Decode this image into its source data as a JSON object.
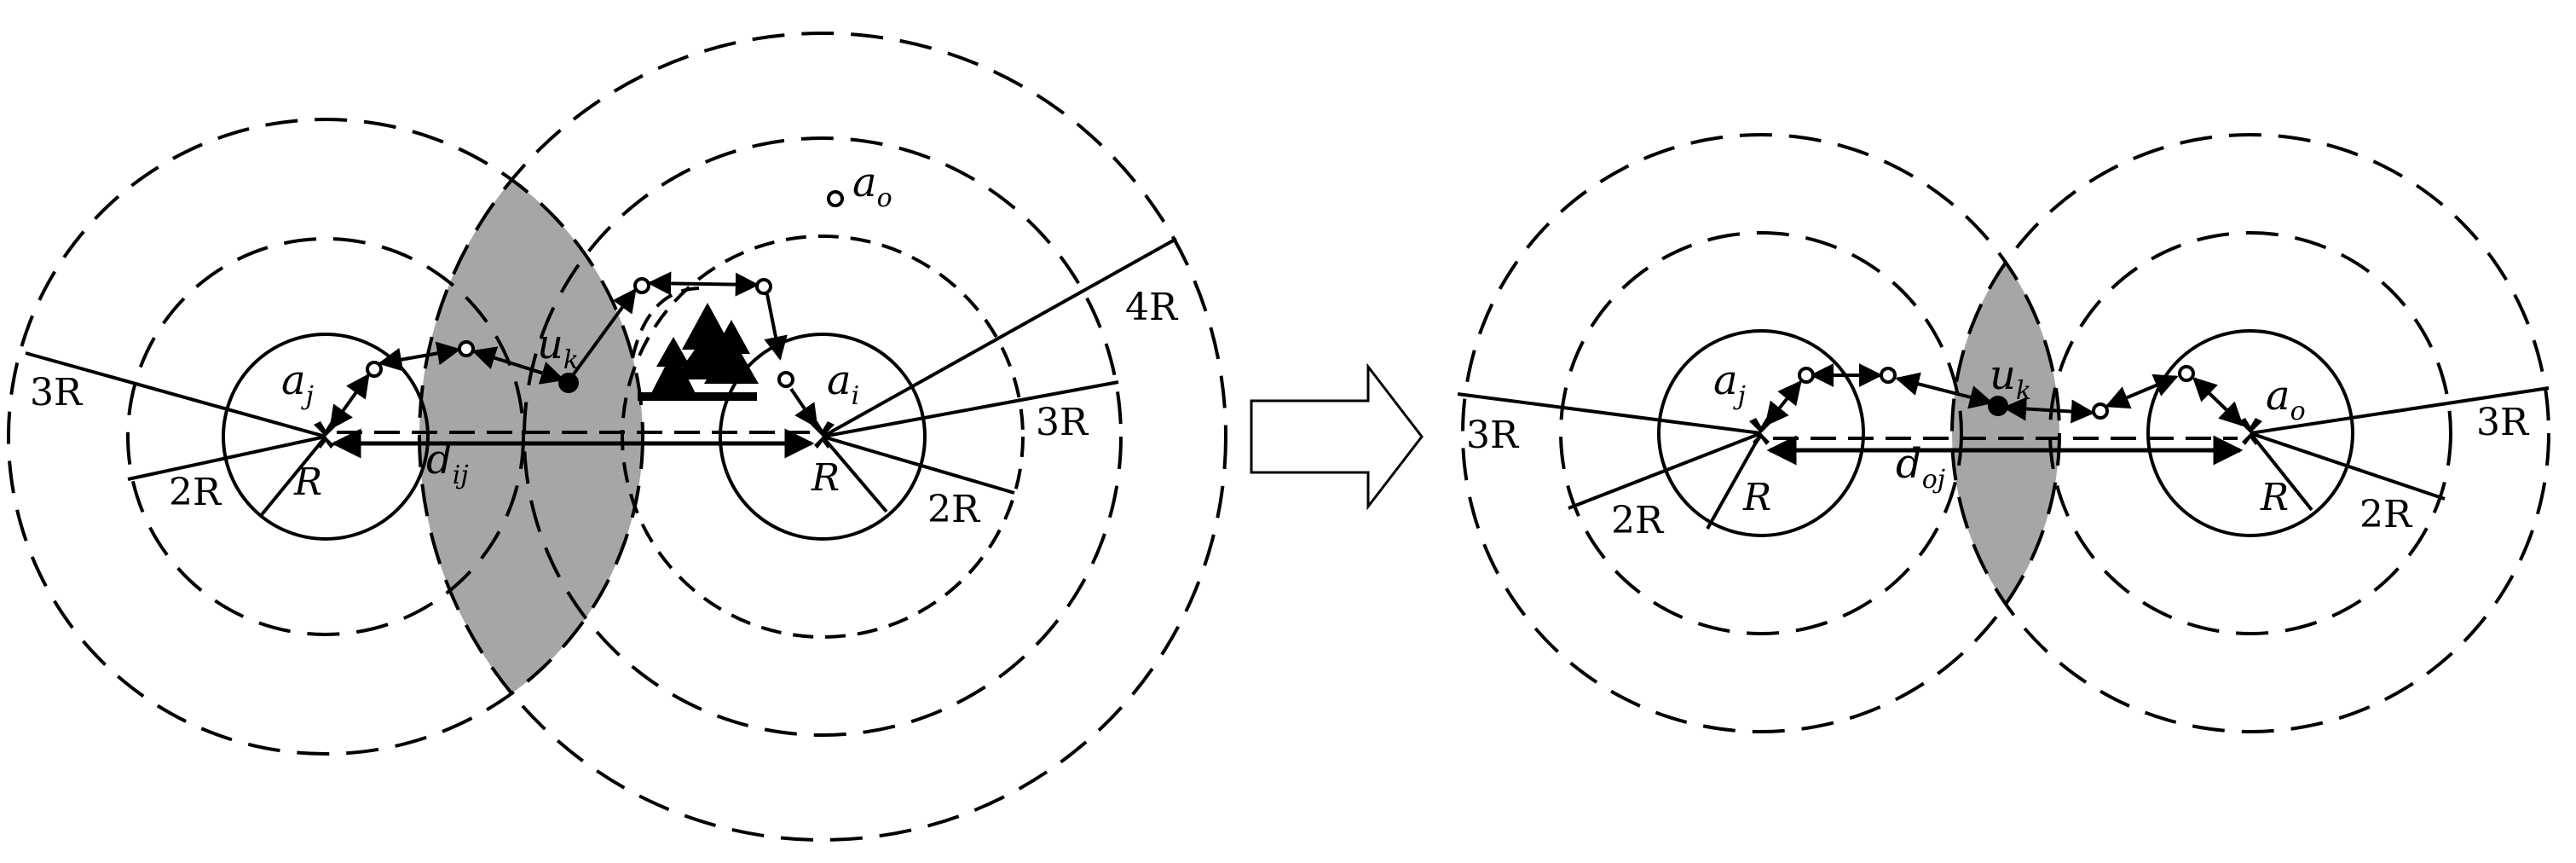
{
  "colors": {
    "stroke": "#000000",
    "shaded": "#a6a6a6",
    "background": "#ffffff",
    "node_fill": "#ffffff"
  },
  "left": {
    "a_j": {
      "base": "a",
      "sub": "j"
    },
    "a_i": {
      "base": "a",
      "sub": "i"
    },
    "a_o": {
      "base": "a",
      "sub": "o"
    },
    "u_k": {
      "base": "u",
      "sub": "k"
    },
    "d_ij": {
      "base": "d",
      "sub": "ij"
    },
    "j_ring_labels": {
      "r1": "R",
      "r2": "2R",
      "r3": "3R"
    },
    "i_ring_labels": {
      "r1": "R",
      "r2": "2R",
      "r3": "3R",
      "r4": "4R"
    }
  },
  "right": {
    "a_j": {
      "base": "a",
      "sub": "j"
    },
    "a_o": {
      "base": "a",
      "sub": "o"
    },
    "u_k": {
      "base": "u",
      "sub": "k"
    },
    "d_oj": {
      "base": "d",
      "sub": "oj"
    },
    "j_ring_labels": {
      "r1": "R",
      "r2": "2R",
      "r3": "3R"
    },
    "o_ring_labels": {
      "r1": "R",
      "r2": "2R",
      "r3": "3R"
    }
  },
  "icons": {
    "transition": "right-arrow-icon",
    "obstacle": "forest-icon"
  }
}
